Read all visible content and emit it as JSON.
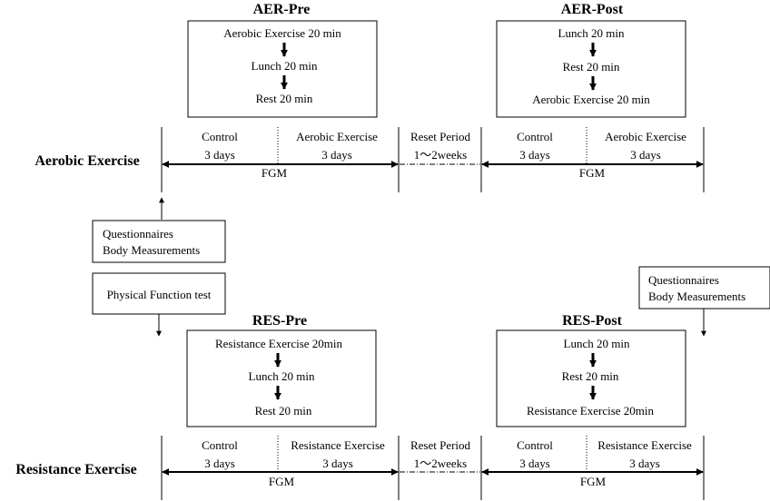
{
  "aerobic_pre": {
    "title": "AER-Pre",
    "steps": [
      "Aerobic  Exercise  20 min",
      "Lunch  20 min",
      "Rest 20 min"
    ]
  },
  "aerobic_post": {
    "title": "AER-Post",
    "steps": [
      "Lunch  20 min",
      "Rest 20 min",
      "Aerobic  Exercise  20 min"
    ]
  },
  "resistance_pre": {
    "title": "RES-Pre",
    "steps": [
      "Resistance  Exercise  20min",
      "Lunch  20 min",
      "Rest 20 min"
    ]
  },
  "resistance_post": {
    "title": "RES-Post",
    "steps": [
      "Lunch  20 min",
      "Rest 20 min",
      "Resistance  Exercise  20min"
    ]
  },
  "aerobic_row": {
    "label": "Aerobic Exercise",
    "phases": [
      {
        "name": "Control",
        "duration": "3 days"
      },
      {
        "name": "Aerobic Exercise",
        "duration": "3 days"
      },
      {
        "name": "Reset Period",
        "duration": "1～2weeks"
      },
      {
        "name": "Control",
        "duration": "3 days"
      },
      {
        "name": "Aerobic Exercise",
        "duration": "3 days"
      }
    ],
    "fgm": [
      "FGM",
      "FGM"
    ]
  },
  "resistance_row": {
    "label": "Resistance Exercise",
    "phases": [
      {
        "name": "Control",
        "duration": "3 days"
      },
      {
        "name": "Resistance Exercise",
        "duration": "3 days"
      },
      {
        "name": "Reset Period",
        "duration": "1～2weeks"
      },
      {
        "name": "Control",
        "duration": "3 days"
      },
      {
        "name": "Resistance Exercise",
        "duration": "3 days"
      }
    ],
    "fgm": [
      "FGM",
      "FGM"
    ]
  },
  "notes": {
    "start_assessment": [
      "Questionnaires",
      "Body Measurements"
    ],
    "physical_test": "Physical Function test",
    "end_assessment": [
      "Questionnaires",
      "Body Measurements"
    ]
  }
}
